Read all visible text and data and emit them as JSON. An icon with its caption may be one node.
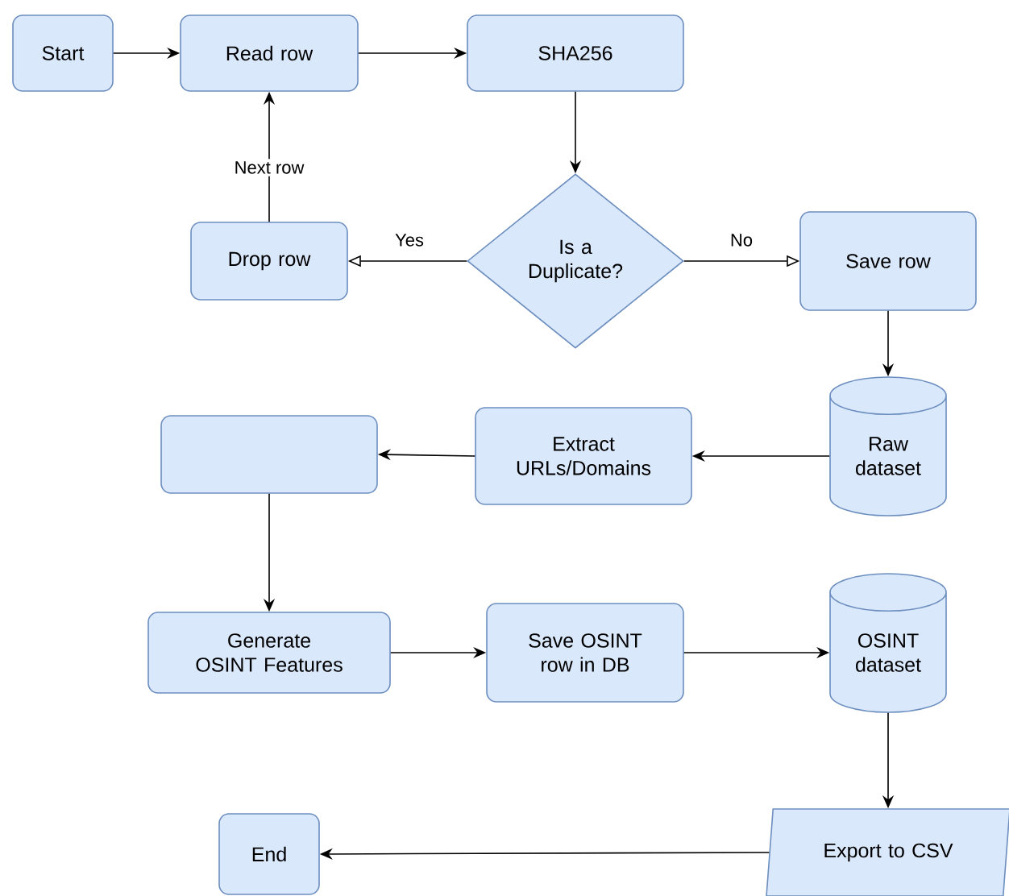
{
  "diagram": {
    "nodes": [
      {
        "text": [
          "Start"
        ]
      },
      {
        "text": [
          "Read row"
        ]
      },
      {
        "text": [
          "SHA256"
        ]
      },
      {
        "text": [
          "Is a Duplicate?"
        ]
      },
      {
        "text": [
          "Drop row"
        ]
      },
      {
        "text": [
          "Save row"
        ]
      },
      {
        "text": [
          "Raw dataset"
        ]
      },
      {
        "text": [
          "Extract URLs/Domains"
        ]
      },
      {
        "text": [],
        "shape": "box"
      },
      {
        "text": [
          "Generate OSINT Features"
        ]
      },
      {
        "text": [
          "Save OSINT row in DB"
        ]
      },
      {
        "text": [
          "OSINT dataset"
        ]
      },
      {
        "text": [
          "Export to CSV"
        ]
      },
      {
        "text": [
          "End"
        ]
      }
    ],
    "edges": [
      {
        "from": 0,
        "to": 1,
        "arrow": "to"
      },
      {
        "from": 1,
        "to": 2,
        "arrow": "to"
      },
      {
        "from": 2,
        "to": 3,
        "arrow": "to"
      },
      {
        "from": 3,
        "to": 4,
        "arrow": "to",
        "label": "Yes"
      },
      {
        "from": 3,
        "to": 5,
        "arrow": "to",
        "label": "No"
      },
      {
        "from": 4,
        "to": 1,
        "arrow": "to",
        "label": "Next row"
      },
      {
        "from": 5,
        "to": 6,
        "arrow": "to"
      },
      {
        "from": 6,
        "to": 7,
        "arrow": "to"
      },
      {
        "from": 7,
        "to": 8,
        "arrow": "to"
      },
      {
        "from": 8,
        "to": 9,
        "arrow": "to"
      },
      {
        "from": 9,
        "to": 10,
        "arrow": "to"
      },
      {
        "from": 10,
        "to": 11,
        "arrow": "to"
      },
      {
        "from": 11,
        "to": 12,
        "arrow": "to"
      },
      {
        "from": 12,
        "to": 13,
        "arrow": "to"
      }
    ]
  }
}
